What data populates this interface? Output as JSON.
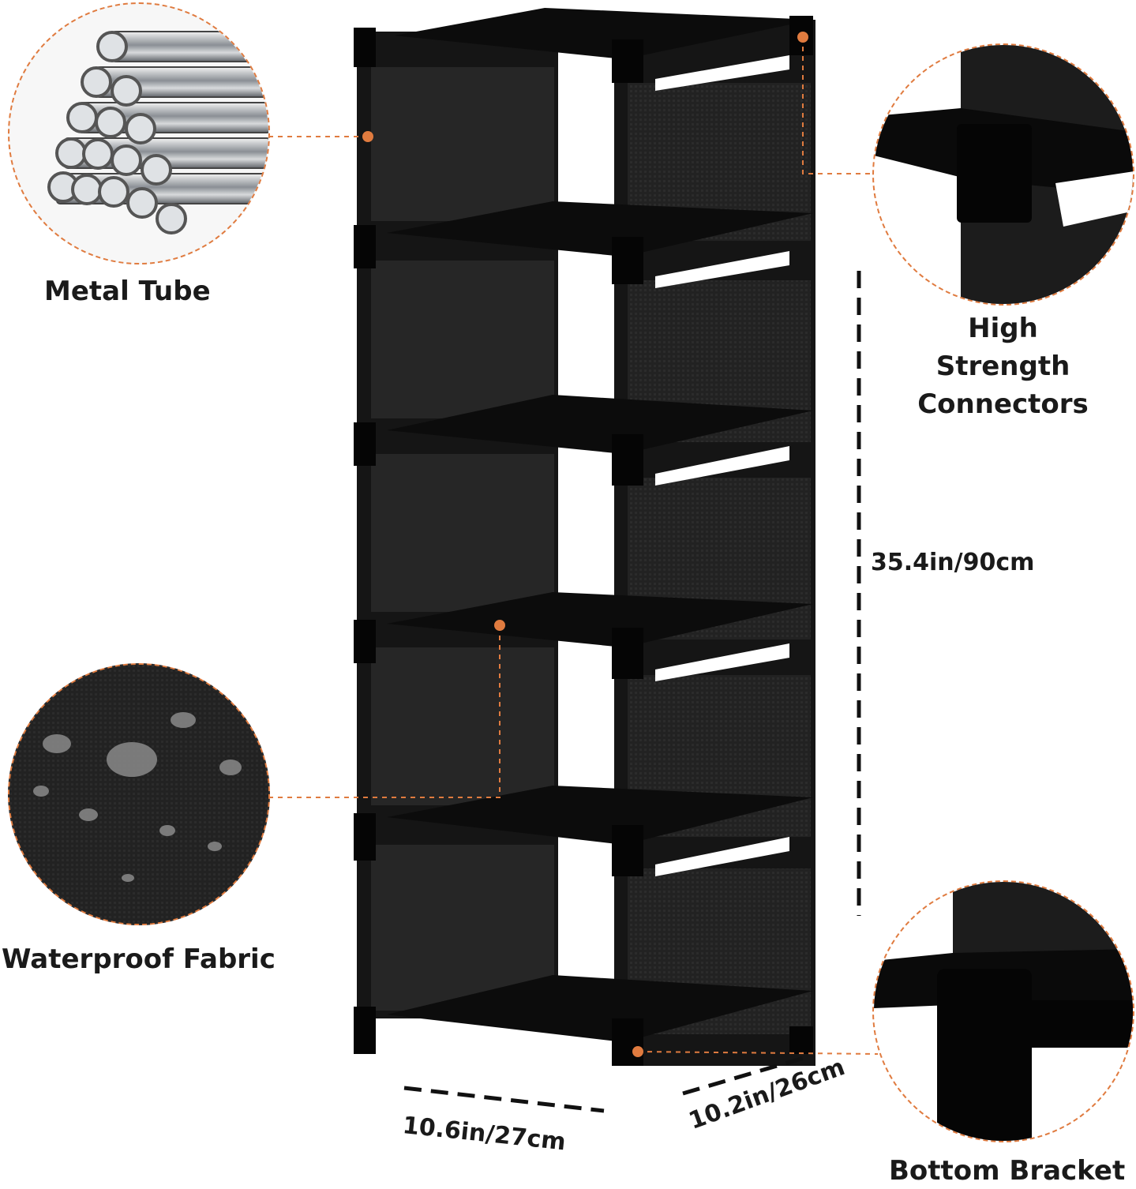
{
  "callouts": {
    "metal_tube": "Metal Tube",
    "high_strength": "High Strength\nConnectors",
    "waterproof": "Waterproof Fabric",
    "bottom_bracket": "Bottom Bracket"
  },
  "dimensions": {
    "height": "35.4in/90cm",
    "width": "10.6in/27cm",
    "depth": "10.2in/26cm"
  },
  "colors": {
    "accent": "#e07b3f",
    "frame": "#111111",
    "fabric": "#1d1d1d"
  }
}
